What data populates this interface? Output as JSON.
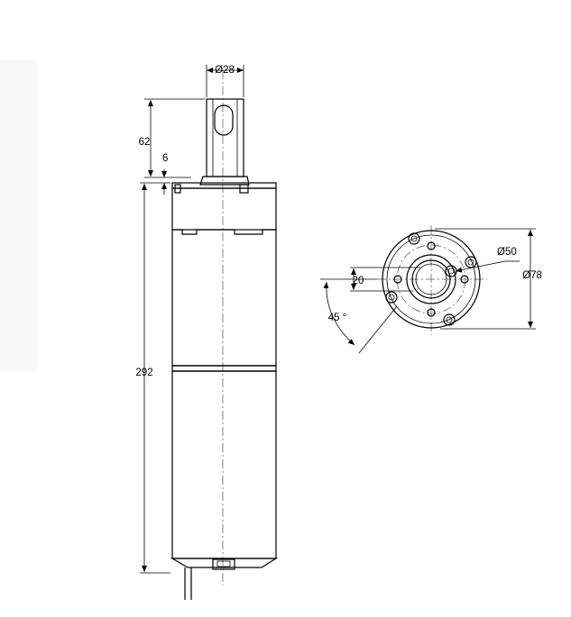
{
  "drawing": {
    "dimensions": {
      "shaft_diameter": "Ø28",
      "shaft_length": "62",
      "flange_thickness": "6",
      "body_length": "292",
      "bore_diameter": "Ø50",
      "flange_diameter": "Ø78",
      "shaft_offset": "20",
      "hole_angle": "45 °"
    }
  }
}
